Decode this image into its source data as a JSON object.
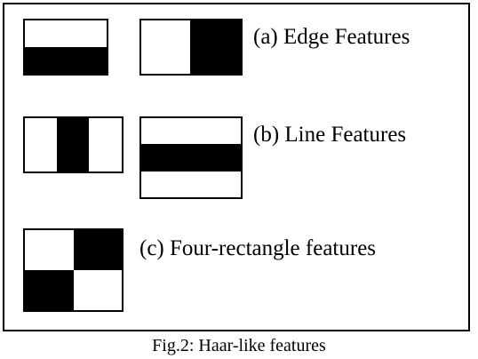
{
  "labels": {
    "edge": "(a) Edge Features",
    "line": "(b) Line Features",
    "four": "(c) Four-rectangle features"
  },
  "caption": "Fig.2: Haar-like features",
  "colors": {
    "dark": "#000000",
    "light": "#ffffff"
  }
}
